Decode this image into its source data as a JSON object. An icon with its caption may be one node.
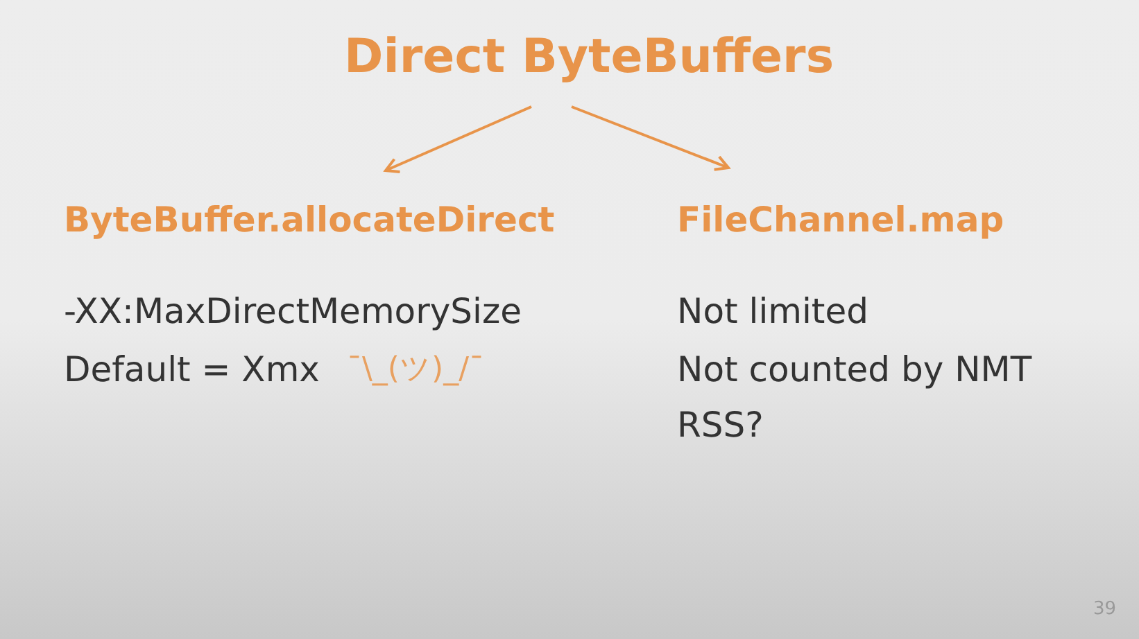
{
  "diagram": {
    "nodes": [
      {
        "text": [
          "Direct ByteBuffers"
        ]
      },
      {
        "text": [
          "ByteBuffer.allocateDirect"
        ]
      },
      {
        "text": [
          "FileChannel.map"
        ]
      }
    ],
    "edges": [
      {
        "from": 0,
        "to": 1,
        "arrow": "to"
      },
      {
        "from": 0,
        "to": 2,
        "arrow": "to"
      }
    ],
    "labels": [
      "-XX:MaxDirectMemorySize",
      "Default = Xmx",
      "¯\\_(ツ)_/¯",
      "Not limited",
      "Not counted by NMT",
      "RSS?",
      "39"
    ]
  }
}
